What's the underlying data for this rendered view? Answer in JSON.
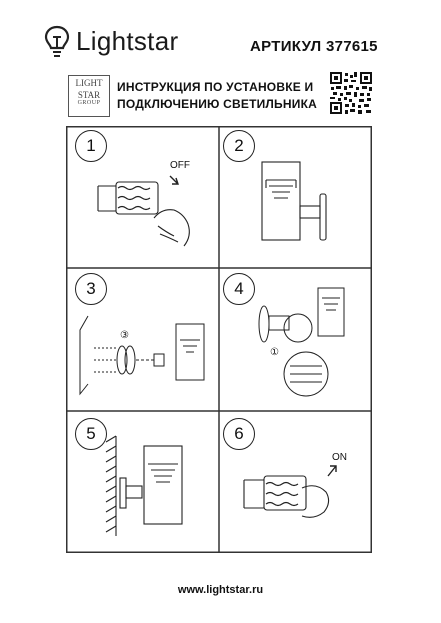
{
  "header": {
    "brand": "Lightstar",
    "article_label": "АРТИКУЛ 377615",
    "brand_box": {
      "line1": "LIGHT",
      "line2": "STAR",
      "line3": "GROUP"
    },
    "title_line1": "ИНСТРУКЦИЯ ПО УСТАНОВКЕ И",
    "title_line2": "ПОДКЛЮЧЕНИЮ СВЕТИЛЬНИКА"
  },
  "steps": [
    {
      "number": "1",
      "label": "OFF"
    },
    {
      "number": "2"
    },
    {
      "number": "3",
      "callout": "③"
    },
    {
      "number": "4",
      "callout": "①"
    },
    {
      "number": "5"
    },
    {
      "number": "6",
      "label": "ON"
    }
  ],
  "footer": {
    "url": "www.lightstar.ru"
  },
  "icons": [
    "lightbulb-logo-icon",
    "qr-code-icon"
  ],
  "colors": {
    "line": "#222222",
    "border": "#333333"
  }
}
